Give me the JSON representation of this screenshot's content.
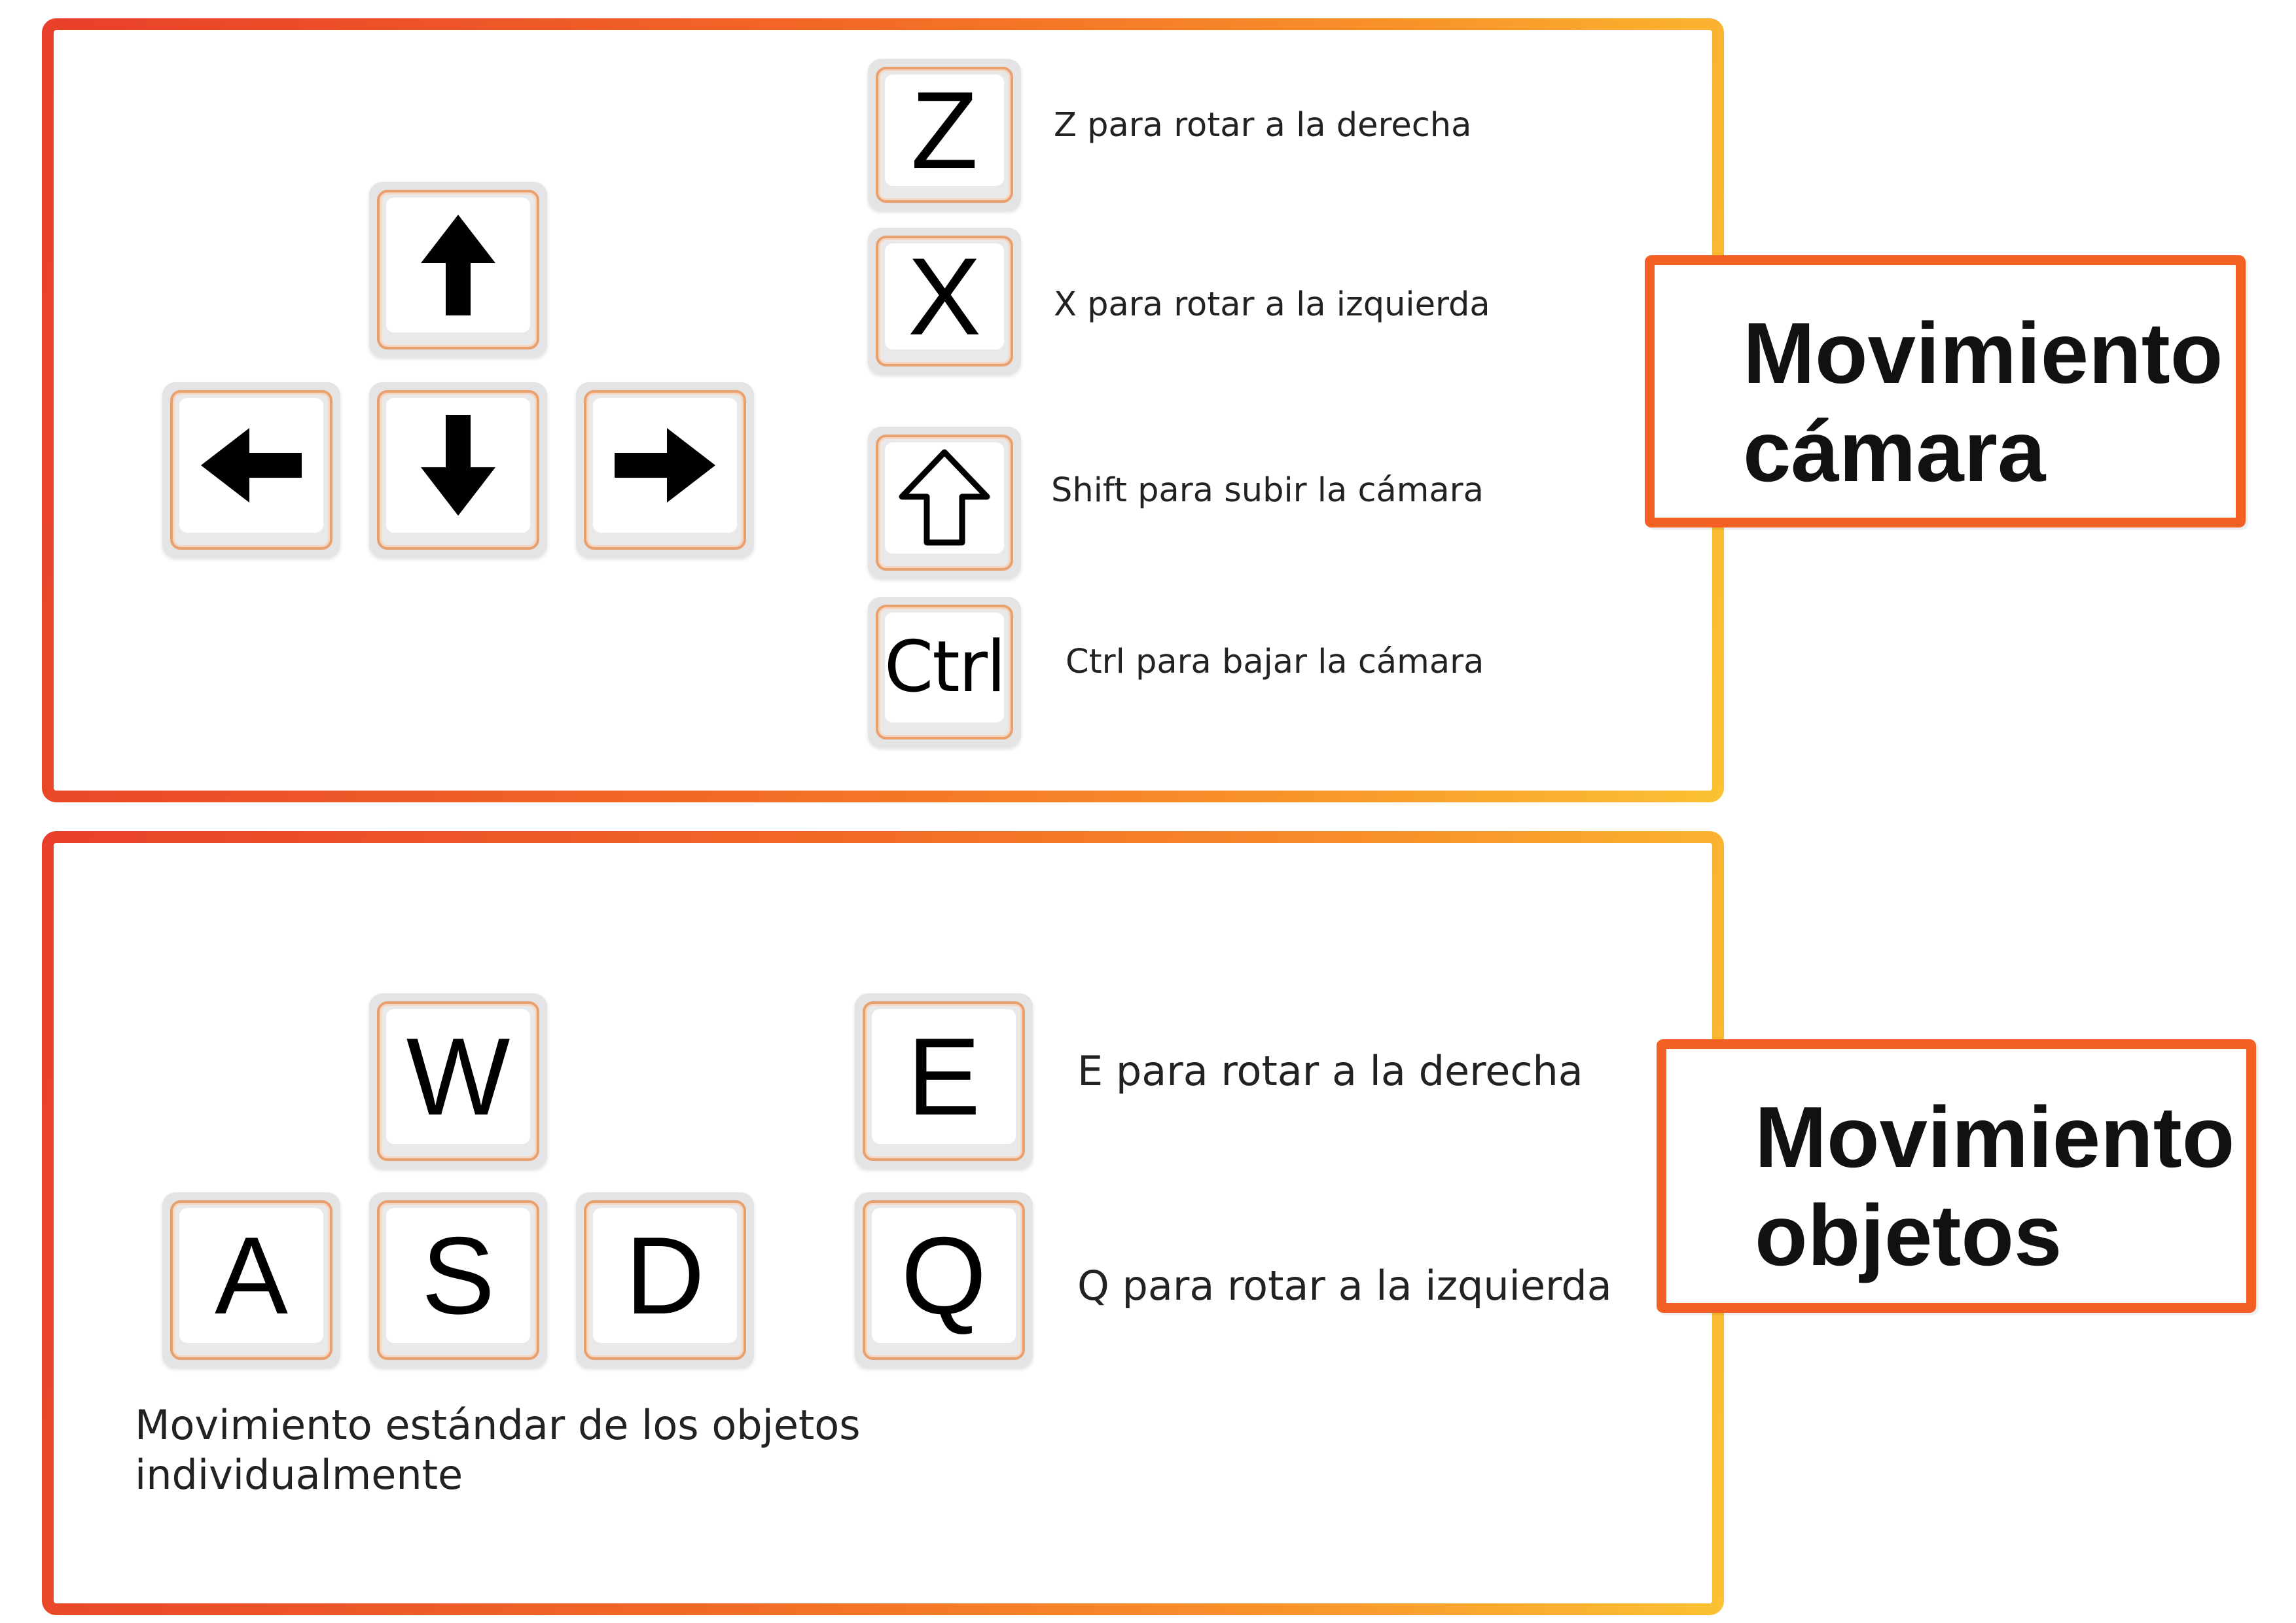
{
  "camera": {
    "title_line1": "Movimiento",
    "title_line2": "cámara",
    "arrow_keys": [
      {
        "name": "up-arrow-icon"
      },
      {
        "name": "left-arrow-icon"
      },
      {
        "name": "down-arrow-icon"
      },
      {
        "name": "right-arrow-icon"
      }
    ],
    "keys": [
      {
        "label": "Z",
        "description": "Z para rotar a la derecha"
      },
      {
        "label": "X",
        "description": "X para rotar a la izquierda"
      },
      {
        "icon": "shift-arrow-icon",
        "description": "Shift para subir la cámara"
      },
      {
        "label": "Ctrl",
        "description": "Ctrl para bajar la cámara"
      }
    ]
  },
  "objects": {
    "title_line1": "Movimiento",
    "title_line2": "objetos",
    "wasd": [
      "W",
      "A",
      "S",
      "D"
    ],
    "keys": [
      {
        "label": "E",
        "description": "E para rotar a la derecha"
      },
      {
        "label": "Q",
        "description": "Q para rotar a la izquierda"
      }
    ],
    "caption": "Movimiento estándar de los objetos\nindividualmente"
  }
}
